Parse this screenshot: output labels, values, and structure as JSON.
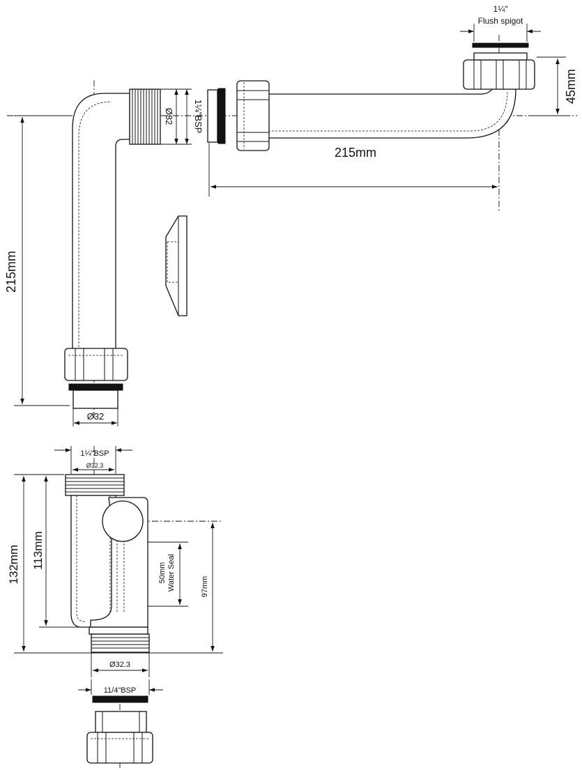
{
  "top_assembly": {
    "flush_spigot_size": "1¼\"",
    "flush_spigot_label": "Flush spigot",
    "thread_label": "1¼\"BSP",
    "outer_diameter": "Ø82",
    "horizontal_length": "215mm",
    "vertical_length": "215mm",
    "offset_height": "45mm",
    "outlet_diameter": "Ø32"
  },
  "trap": {
    "inlet_thread": "1¼\"BSP",
    "inlet_diameter": "Ø32.3",
    "overall_height": "132mm",
    "inner_height": "113mm",
    "water_seal_depth": "50mm",
    "water_seal_label": "Water Seal",
    "outlet_height": "97mm",
    "outlet_diameter": "Ø32.3",
    "outlet_thread": "11/4\"BSP"
  }
}
